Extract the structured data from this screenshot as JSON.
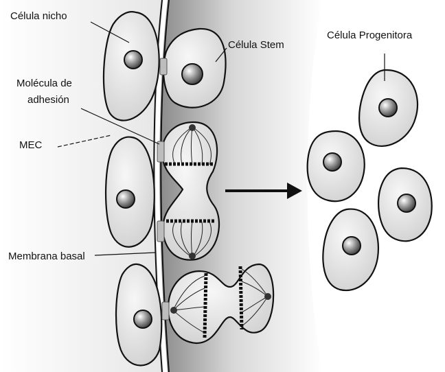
{
  "labels": {
    "niche_cell": "Célula nicho",
    "stem_cell": "Célula Stem",
    "adhesion_line1": "Molécula de",
    "adhesion_line2": "adhesión",
    "mec": "MEC",
    "basal_membrane": "Membrana basal",
    "progenitor_cell": "Célula Progenitora"
  }
}
